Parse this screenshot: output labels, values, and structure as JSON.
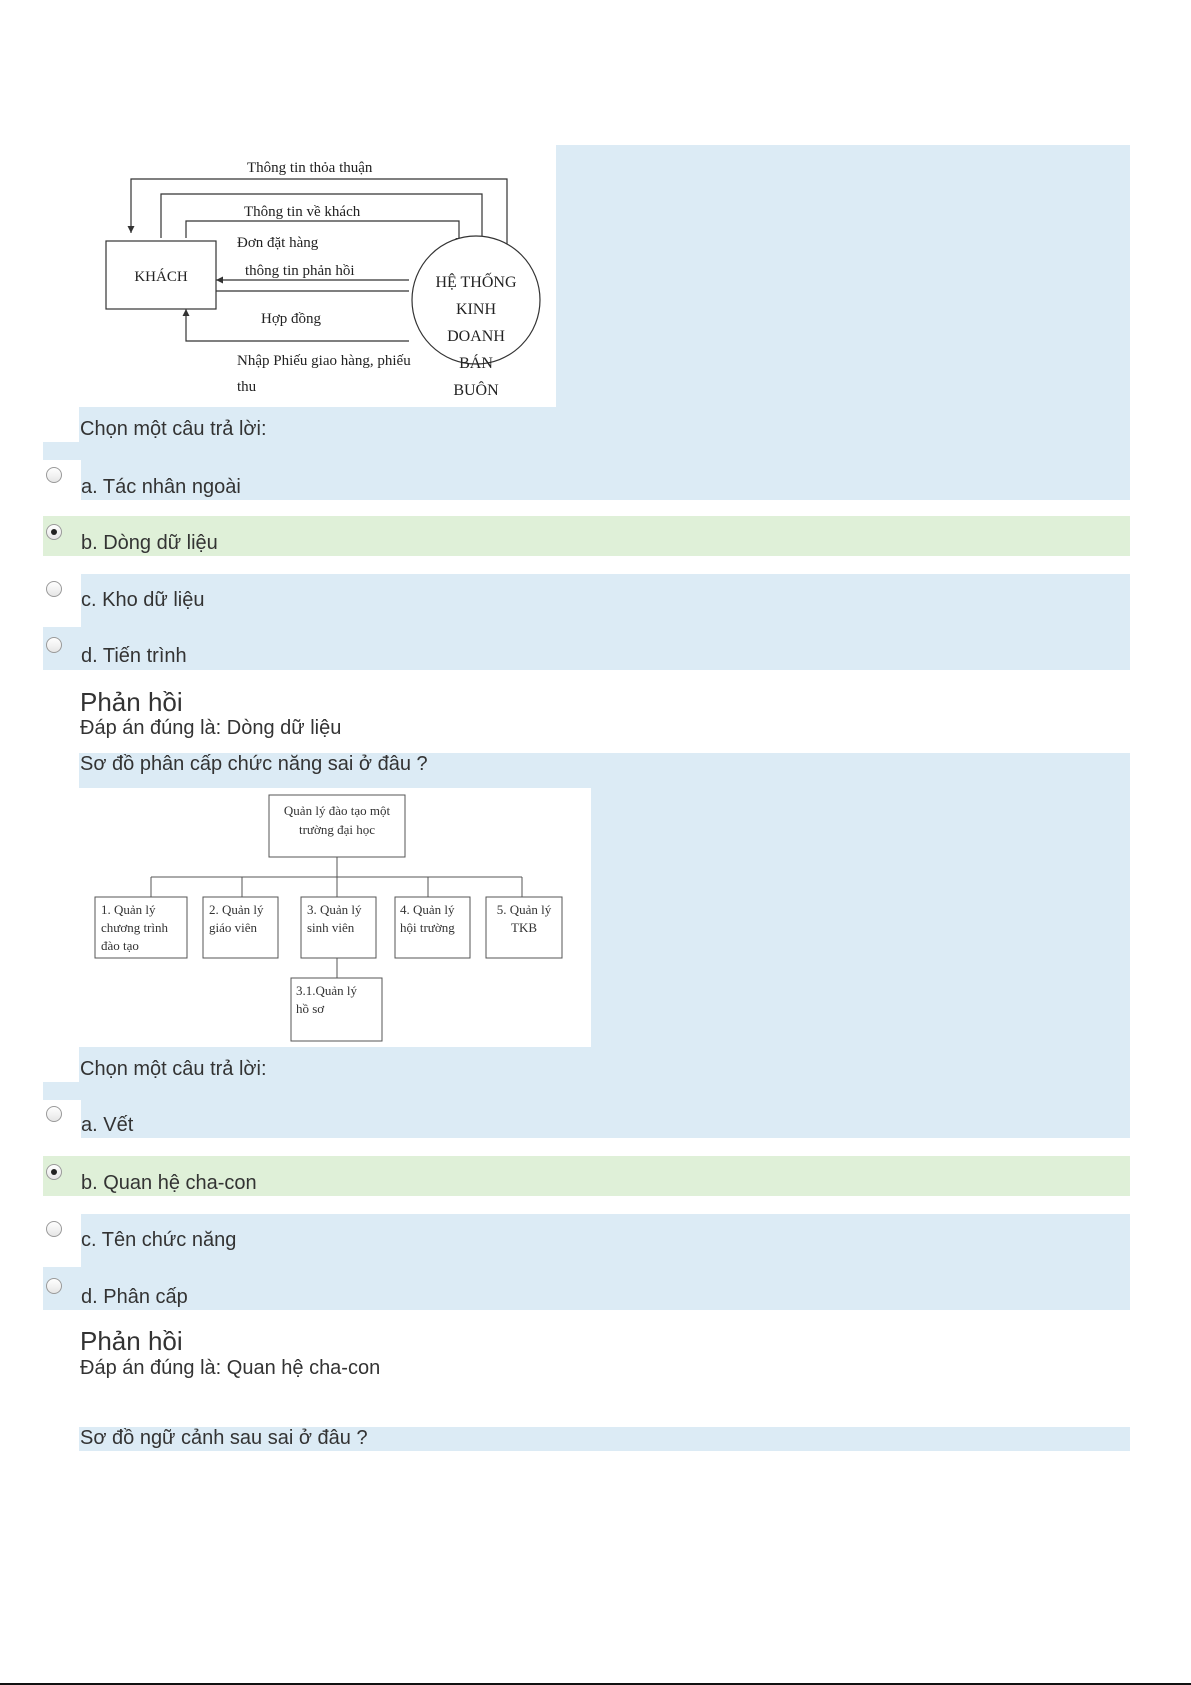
{
  "question1": {
    "diagram": {
      "top_label": "Thông tin thỏa thuận",
      "arrows": [
        "Thông tin về khách",
        "Đơn đặt hàng",
        "thông tin phản hồi",
        "Hợp đồng"
      ],
      "bottom_label_line1": "Nhập Phiếu giao hàng, phiếu",
      "bottom_label_line2": "thu",
      "entity": "KHÁCH",
      "process_lines": [
        "HỆ THỐNG",
        "KINH",
        "DOANH",
        "BÁN",
        "BUÔN"
      ]
    },
    "prompt": "Chọn một câu trả lời:",
    "options": [
      {
        "label": "a. Tác nhân ngoài",
        "selected": false
      },
      {
        "label": "b. Dòng dữ liệu",
        "selected": true
      },
      {
        "label": "c. Kho dữ liệu",
        "selected": false
      },
      {
        "label": "d. Tiến trình",
        "selected": false
      }
    ],
    "feedback_title": "Phản hồi",
    "feedback_answer": "Đáp án đúng là: Dòng dữ liệu"
  },
  "question2": {
    "text": "Sơ đồ phân cấp chức năng sai ở đâu ?",
    "diagram": {
      "root_line1": "Quản lý đào tạo một",
      "root_line2": "trường đại học",
      "children": [
        {
          "lines": [
            "1. Quản lý",
            "chương trình",
            "đào tạo"
          ]
        },
        {
          "lines": [
            "2. Quản lý",
            "giáo viên"
          ]
        },
        {
          "lines": [
            "3. Quản lý",
            "sinh viên"
          ]
        },
        {
          "lines": [
            "4. Quản lý",
            "hội trường"
          ]
        },
        {
          "lines": [
            "5. Quản lý",
            "TKB"
          ]
        }
      ],
      "sub_lines": [
        "3.1.Quản lý",
        "hồ sơ"
      ]
    },
    "prompt": "Chọn một câu trả lời:",
    "options": [
      {
        "label": "a. Vết",
        "selected": false
      },
      {
        "label": "b. Quan hệ cha-con",
        "selected": true
      },
      {
        "label": "c. Tên chức năng",
        "selected": false
      },
      {
        "label": "d. Phân cấp",
        "selected": false
      }
    ],
    "feedback_title": "Phản hồi",
    "feedback_answer": "Đáp án đúng là: Quan hệ cha-con"
  },
  "question3": {
    "text": "Sơ đồ ngữ cảnh sau sai ở đâu ?"
  },
  "colors": {
    "question_bg": "#dcebf5",
    "selected_bg": "#dff0d8"
  }
}
